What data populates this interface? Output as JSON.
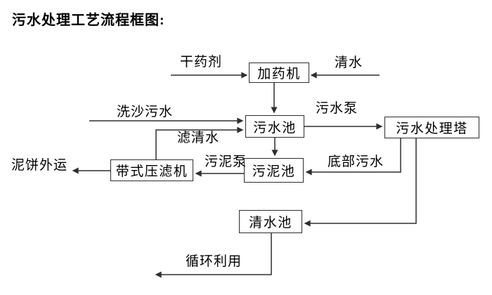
{
  "title": "污水处理工艺流程框图:",
  "nodes": {
    "dosing_machine": "加药机",
    "sewage_pool": "污水池",
    "treatment_tower": "污水处理塔",
    "sludge_pool": "污泥池",
    "belt_filter_press": "带式压滤机",
    "clean_water_pool": "清水池"
  },
  "edges": {
    "dry_chemical": "干药剂",
    "clean_water_in": "清水",
    "sand_washing_sewage": "洗沙污水",
    "sewage_pump": "污水泵",
    "filtered_water": "滤清水",
    "sludge_pump": "污泥泵",
    "mud_cake_out": "泥饼外运",
    "bottom_sewage": "底部污水",
    "recycle_use": "循环利用"
  },
  "colors": {
    "line": "#2e2e2e",
    "text": "#000000",
    "background": "#ffffff"
  }
}
